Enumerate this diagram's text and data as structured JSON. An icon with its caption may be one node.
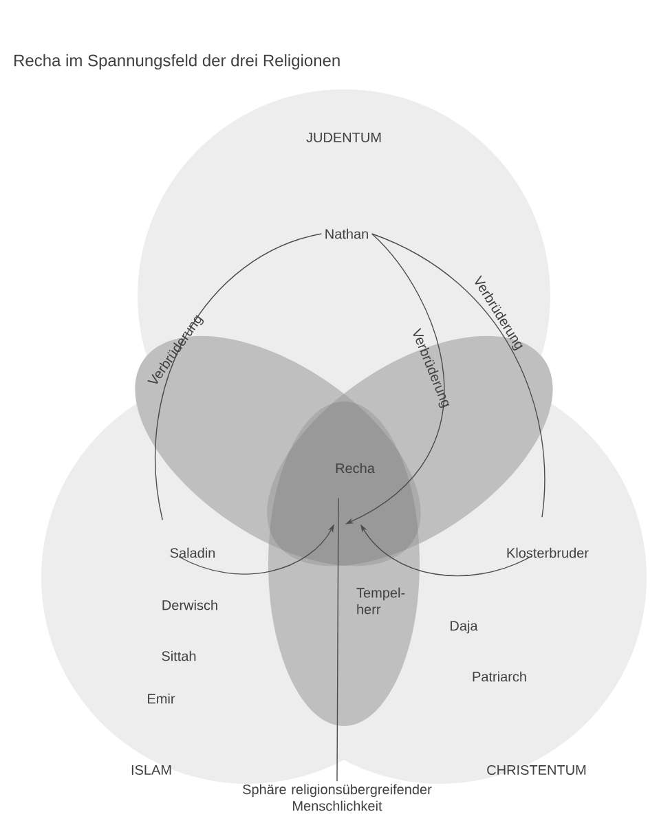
{
  "diagram": {
    "title": "Recha im Spannungsfeld der drei Religionen",
    "nodes": [
      {
        "text": [
          "Nathan"
        ]
      },
      {
        "text": [
          "Recha"
        ]
      },
      {
        "text": [
          "Saladin"
        ]
      },
      {
        "text": [
          "Klosterbruder"
        ]
      },
      {
        "text": [
          "Sphäre religionsübergreifender Menschlichkeit"
        ]
      }
    ],
    "edges": [
      {
        "from": 0,
        "to": 2,
        "arrow": "none",
        "label": "Verbrüderung"
      },
      {
        "from": 0,
        "to": 1,
        "arrow": "to",
        "label": "Verbrüderung"
      },
      {
        "from": 0,
        "to": 3,
        "arrow": "none",
        "label": "Verbrüderung"
      },
      {
        "from": 2,
        "to": 1,
        "arrow": "to"
      },
      {
        "from": 3,
        "to": 1,
        "arrow": "to"
      },
      {
        "from": 4,
        "to": 1,
        "arrow": "none"
      }
    ],
    "labels": [
      "JUDENTUM",
      "Derwisch",
      "Tempel-herr",
      "Sittah",
      "Emir",
      "Daja",
      "Patriarch",
      "ISLAM",
      "CHRISTENTUM"
    ]
  }
}
